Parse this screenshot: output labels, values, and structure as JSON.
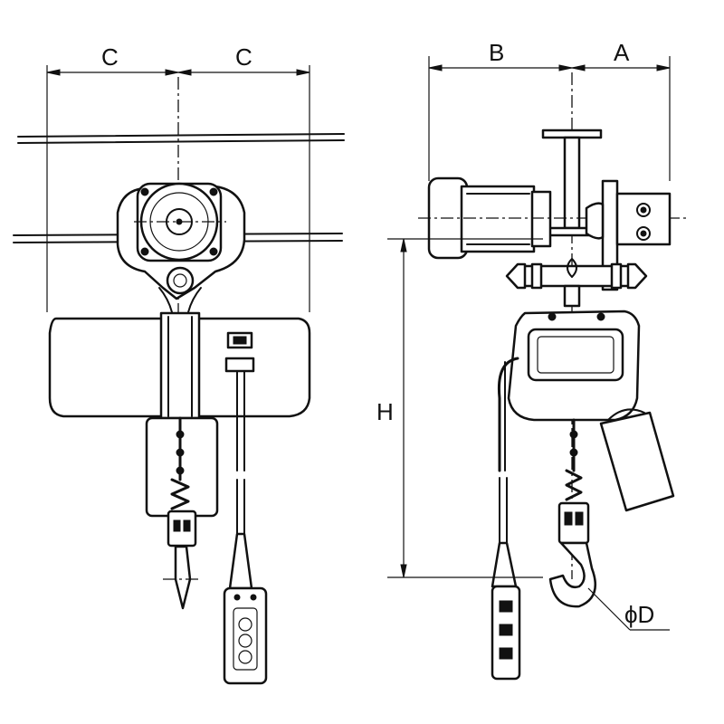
{
  "dimensions": {
    "c_left": "C",
    "c_right": "C",
    "b": "B",
    "a": "A",
    "h": "H",
    "d": "ϕD"
  }
}
